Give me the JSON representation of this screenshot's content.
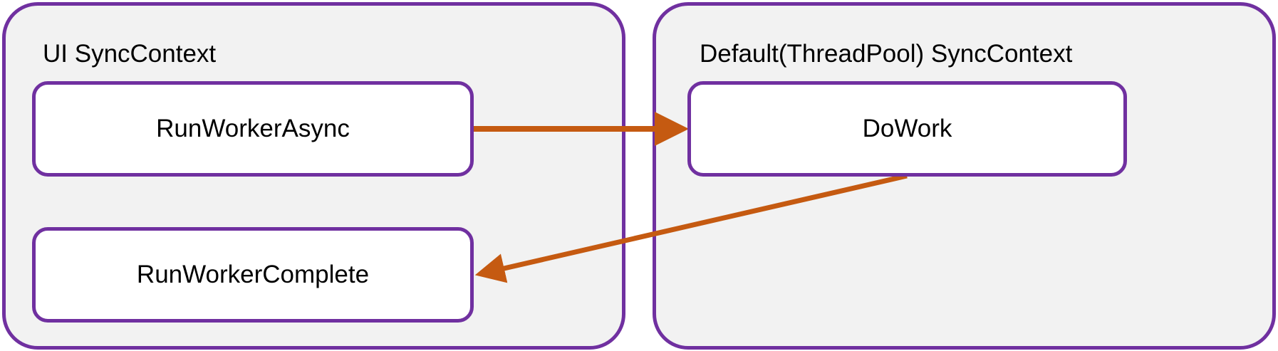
{
  "colors": {
    "panel_border": "#7030a0",
    "panel_fill": "#f2f2f2",
    "node_fill": "#ffffff",
    "arrow": "#c55a11"
  },
  "left_panel": {
    "title": "UI SyncContext"
  },
  "right_panel": {
    "title": "Default(ThreadPool) SyncContext"
  },
  "nodes": {
    "run_worker_async": "RunWorkerAsync",
    "do_work": "DoWork",
    "run_worker_complete": "RunWorkerComplete"
  },
  "edges": [
    {
      "from": "RunWorkerAsync",
      "to": "DoWork"
    },
    {
      "from": "DoWork",
      "to": "RunWorkerComplete"
    }
  ]
}
